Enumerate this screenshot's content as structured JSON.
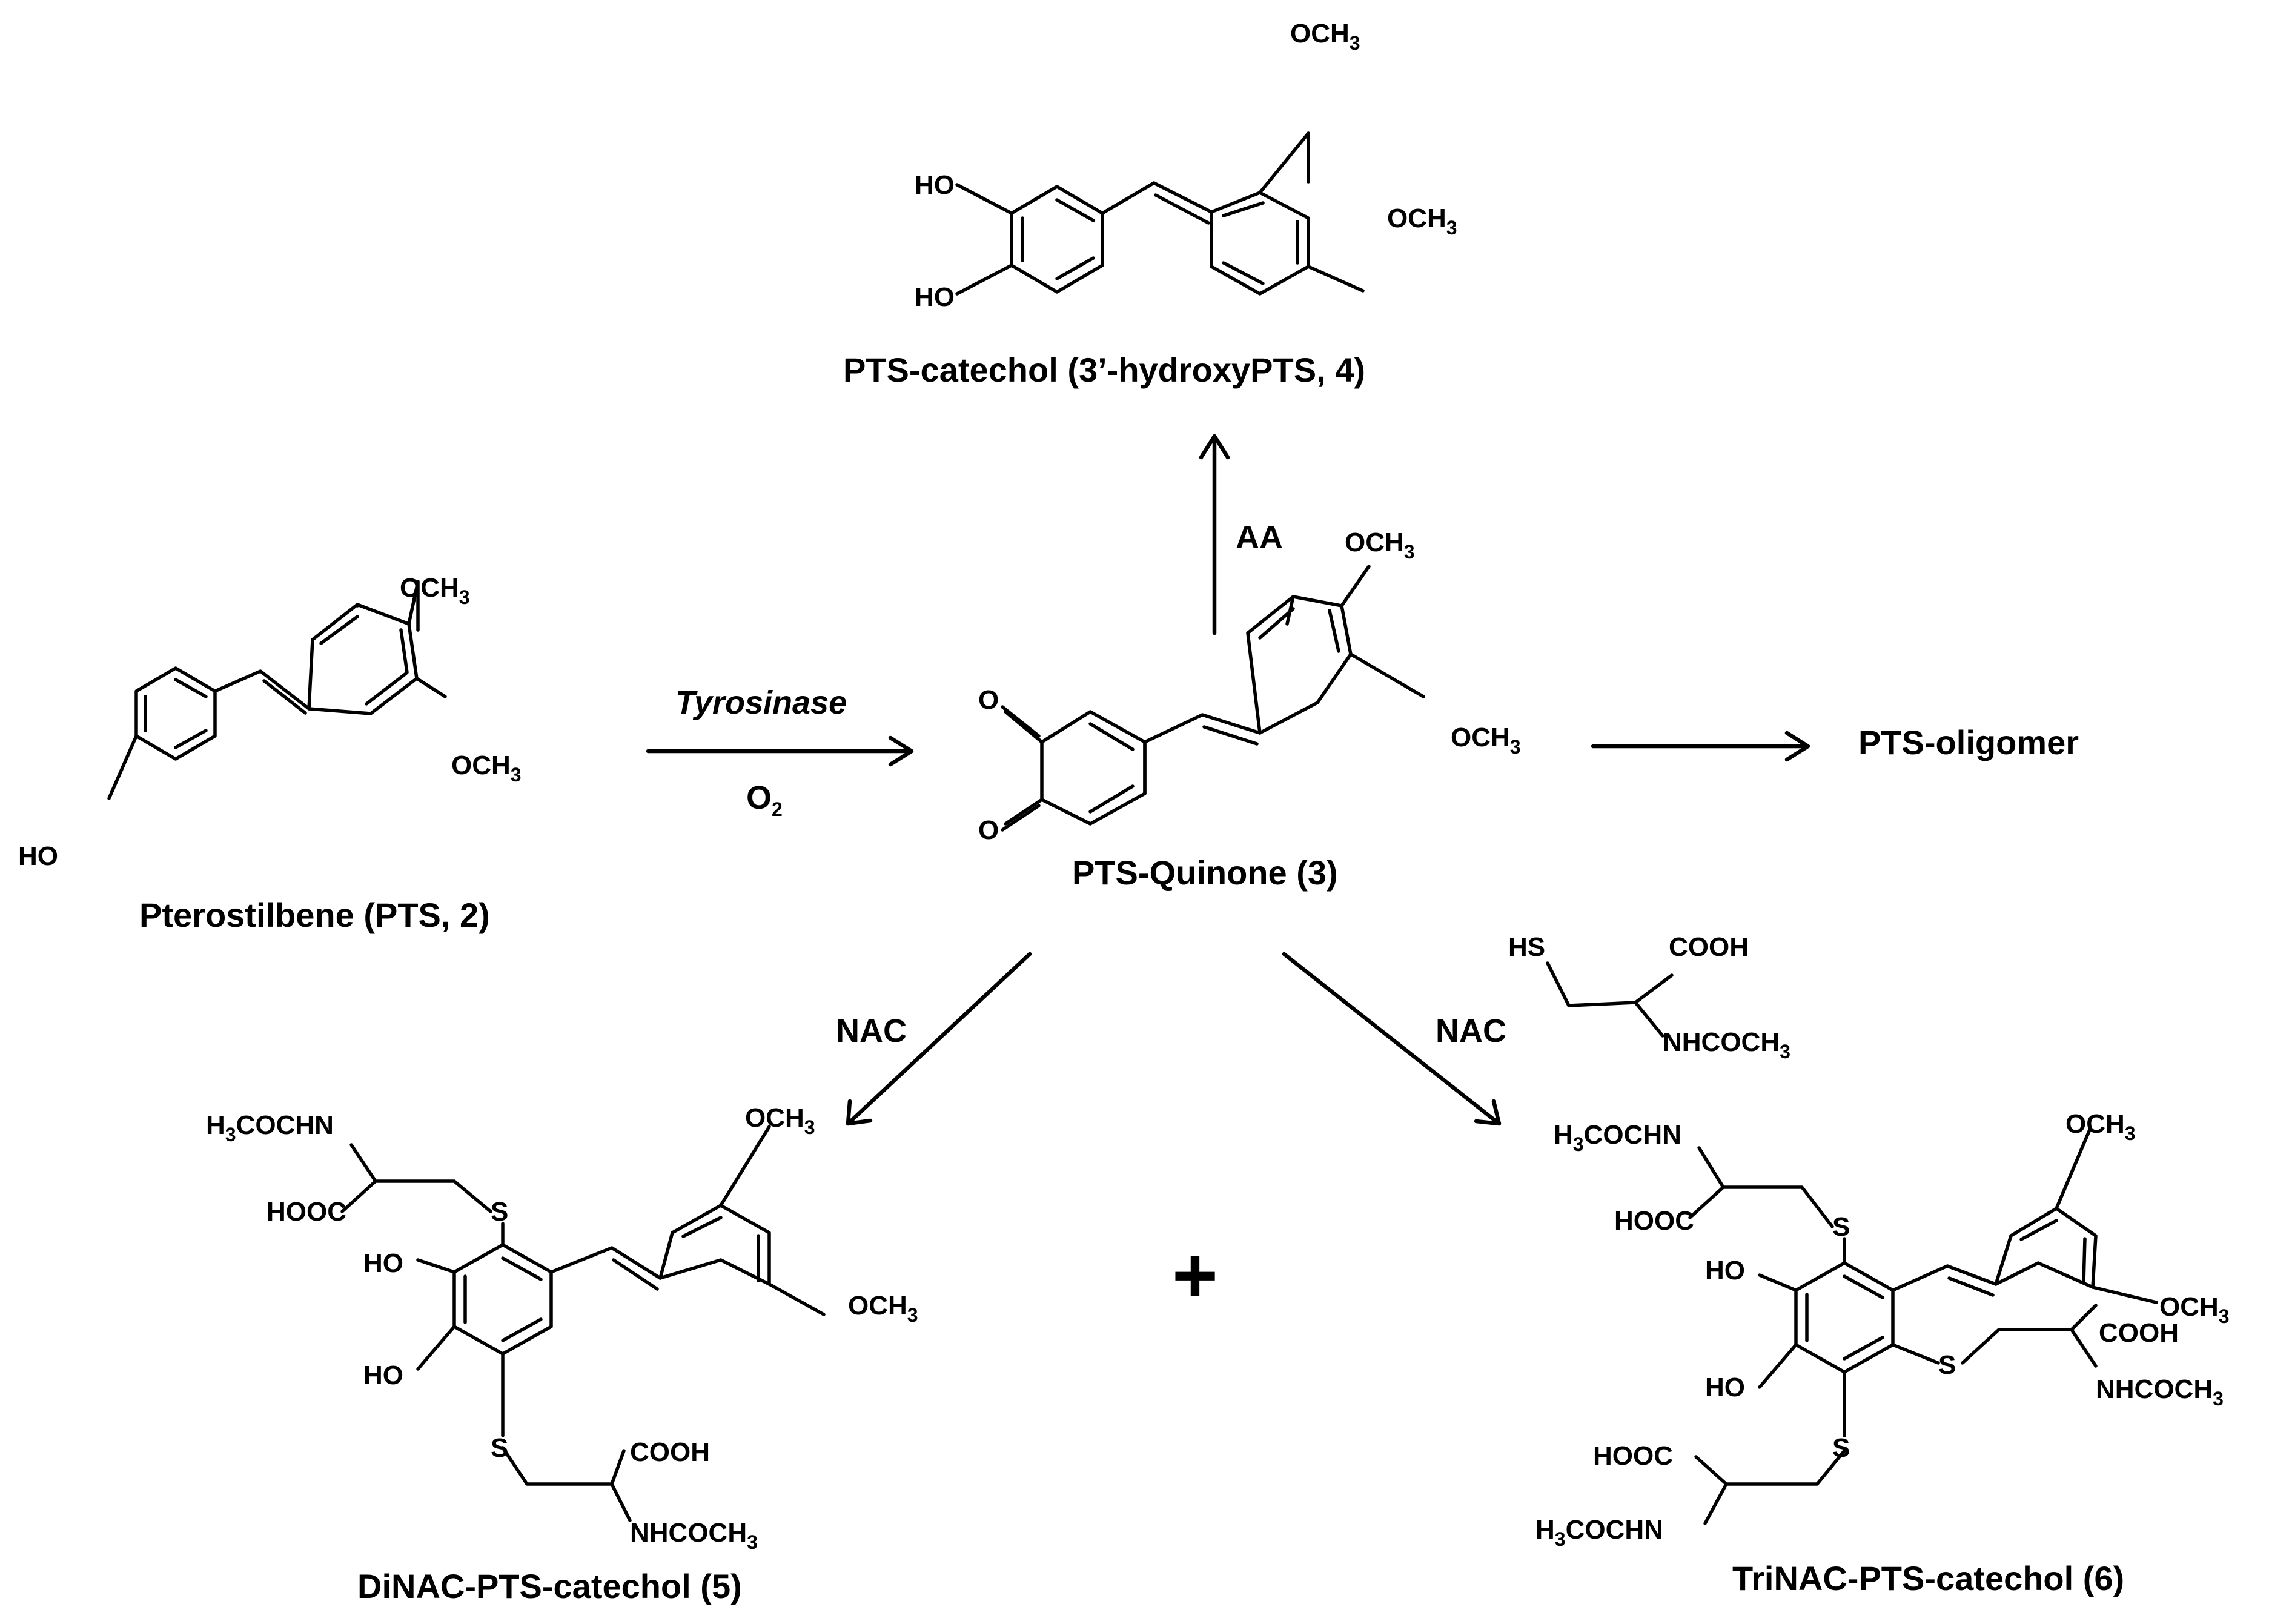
{
  "compounds": {
    "pterostilbene": {
      "name": "Pterostilbene (PTS, 2)",
      "ome_top": "OCH",
      "ome_side": "OCH",
      "ome_sub": "3",
      "oh": "HO"
    },
    "catechol": {
      "name": "PTS-catechol (3’-hydroxyPTS, 4)",
      "oh1": "HO",
      "oh2": "HO",
      "ome_top": "OCH",
      "ome_side": "OCH",
      "ome_sub": "3"
    },
    "quinone": {
      "name": "PTS-Quinone (3)",
      "o1": "O",
      "o2": "O",
      "ome_top": "OCH",
      "ome_side": "OCH",
      "ome_sub": "3"
    },
    "oligomer": {
      "name": "PTS-oligomer"
    },
    "nac_reagent": {
      "hs": "HS",
      "cooh": "COOH",
      "nh": "NHCOCH",
      "nh_sub": "3"
    },
    "dinac": {
      "name": "DiNAC-PTS-catechol (5)",
      "h3c_pre": "H",
      "h3c_sub": "3",
      "h3c_post": "COCHN",
      "hooc": "HOOC",
      "s1": "S",
      "s2": "S",
      "oh1": "HO",
      "oh2": "HO",
      "ome_top": "OCH",
      "ome_side": "OCH",
      "ome_sub": "3",
      "cooh": "COOH",
      "nh": "NHCOCH",
      "nh_sub": "3"
    },
    "trinac": {
      "name": "TriNAC-PTS-catechol (6)",
      "h3c_pre": "H",
      "h3c_sub": "3",
      "h3c_post": "COCHN",
      "hooc1": "HOOC",
      "hooc2": "HOOC",
      "s1": "S",
      "s2": "S",
      "s3": "S",
      "oh1": "HO",
      "oh2": "HO",
      "ome_top": "OCH",
      "ome_side": "OCH",
      "ome_sub": "3",
      "cooh": "COOH",
      "nh": "NHCOCH",
      "nh_sub": "3"
    }
  },
  "reagents": {
    "tyrosinase": "Tyrosinase",
    "o2": "O",
    "o2_sub": "2",
    "aa": "AA",
    "nac_left": "NAC",
    "nac_right": "NAC"
  },
  "plus_sign": "+"
}
